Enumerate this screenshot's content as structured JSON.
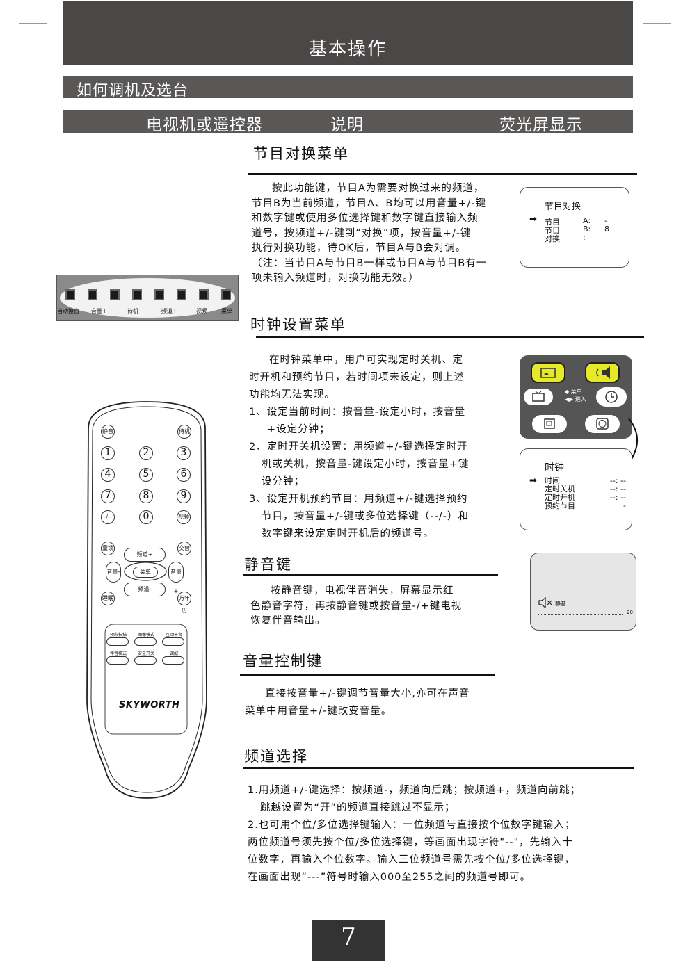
{
  "header": {
    "title": "基本操作",
    "subtitle": "如何调机及选台",
    "col_device": "电视机或遥控器",
    "col_desc": "说明",
    "col_screen": "荧光屏显示"
  },
  "swap": {
    "title": "节目对换菜单",
    "lines": [
      "按此功能键，节目A为需要对换过来的频道，",
      "节目B为当前频道，节目A、B均可以用音量+/-键",
      "和数字键或使用多位选择键和数字键直接输入频",
      "道号，按频道+/-键到“对换”项，按音量+/-键",
      "执行对换功能，待OK后，节目A与B会对调。",
      "（注：当节目A与节目B一样或节目A与节目B有一",
      "项未输入频道时，对换功能无效。）"
    ],
    "screen": {
      "title": "节目对换",
      "row1_label": "节目",
      "row1_key": "A:",
      "row1_val": "-",
      "row2_label": "节目",
      "row2_key": "B:",
      "row2_val": "8",
      "row3_label": "对换",
      "row3_key": ":"
    }
  },
  "panel": {
    "labels": [
      "自动搜台",
      "-音量+",
      "待机",
      "-频道+",
      "视频",
      "菜单"
    ]
  },
  "clock": {
    "title": "时钟设置菜单",
    "intro": [
      "在时钟菜单中，用户可实现定时关机、定",
      "时开机和预约节目，若时间项未设定，则上述",
      "功能均无法实现。"
    ],
    "item1": [
      "1、设定当前时间：按音量-设定小时，按音量",
      "+设定分钟；"
    ],
    "item2": [
      "2、定时开关机设置：用频道+/-键选择定时开",
      "机或关机，按音量-键设定小时，按音量+键",
      "设分钟；"
    ],
    "item3": [
      "3、设定开机预约节目：用频道+/-键选择预约",
      "节目，按音量+/-键或多位选择键（--/-）和",
      "数字键来设定定时开机后的频道号。"
    ],
    "menu_up": "菜单",
    "menu_enter": "进入",
    "screen": {
      "title": "时钟",
      "items": [
        "时间",
        "定时关机",
        "定时开机",
        "预约节目"
      ],
      "values": [
        "--: --",
        "--: --",
        "--: --",
        "-"
      ]
    }
  },
  "mute": {
    "title": "静音键",
    "lines": [
      "按静音键，电视伴音消失，屏幕显示红",
      "色静音字符，再按静音键或按音量-/+键电视",
      "恢复伴音输出。"
    ],
    "screen_label": "静音",
    "screen_value": "20"
  },
  "volume": {
    "title": "音量控制键",
    "lines": [
      "直接按音量+/-键调节音量大小,亦可在声音",
      "菜单中用音量+/-键改变音量。"
    ]
  },
  "channel": {
    "title": "频道选择",
    "lines": [
      "1.用频道+/-键选择：按频道-，频道向后跳；按频道+，频道向前跳；",
      "跳越设置为“开”的频道直接跳过不显示；",
      "2.也可用个位/多位选择键输入：一位频道号直接按个位数字键输入；",
      "两位频道号须先按个位/多位选择键，等画面出现字符\"--\"，先输入十",
      "位数字，再输入个位数字。输入三位频道号需先按个位/多位选择键，",
      "在画面出现“---”符号时输入000至255之间的频道号即可。"
    ]
  },
  "remote": {
    "mute": "静音",
    "standby": "待机",
    "numbers": [
      "1",
      "2",
      "3",
      "4",
      "5",
      "6",
      "7",
      "8",
      "9",
      "0"
    ],
    "digit_select": "-/--",
    "video": "视频",
    "lock": "童锁",
    "swap": "交替",
    "ch_up": "频道+",
    "ch_down": "频道-",
    "vol_down": "音量-",
    "vol_up": "音量+",
    "menu": "菜单",
    "sleep": "睡眠",
    "calendar": "万年历",
    "scan": "预彩扫描",
    "picture": "图像模式",
    "interact": "互动平台",
    "sound": "伴音模式",
    "safety": "安全开关",
    "recall": "调配",
    "brand": "SKYWORTH"
  },
  "page": {
    "number": "7"
  }
}
